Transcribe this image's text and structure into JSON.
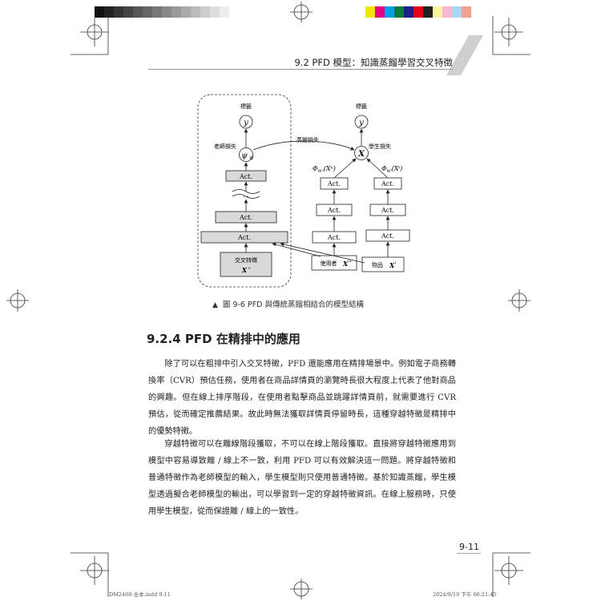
{
  "header": {
    "running_title": "9.2  PFD 模型：知識蒸餾學習交叉特徵"
  },
  "figure": {
    "teacher": {
      "label_top": "標籤",
      "label_y": "y",
      "loss_label": "老師損失",
      "psi": "ψ",
      "psi_sub": "W",
      "act": "Act.",
      "dots": "...",
      "cross_box_line1": "交叉特徵",
      "cross_box_line2": "X",
      "cross_sup": "c"
    },
    "student": {
      "label_top": "標籤",
      "label_y": "y",
      "loss_label": "學生損失",
      "distill_label": "蒸餾損失",
      "x_node": "X",
      "phi_left": "Φ",
      "phi_left_sub": "Wᵘ",
      "phi_left_arg": "(Xᵘ)",
      "phi_right": "Φ",
      "phi_right_sub": "Wⁱ",
      "phi_right_arg": "(Xⁱ)",
      "act": "Act.",
      "user_box": "使用者",
      "user_sym": "X",
      "user_sup": "u",
      "item_box": "物品",
      "item_sym": "X",
      "item_sup": "i"
    },
    "caption_marker": "▲",
    "caption": "圖 9-6  PFD 與傳統蒸餾相結合的模型結構"
  },
  "section": {
    "title": "9.2.4  PFD 在精排中的應用"
  },
  "paragraphs": [
    "除了可以在粗排中引入交叉特徵，PFD 還能應用在精排場景中。例如電子商務轉換率（CVR）預估任務，使用者在商品詳情頁的瀏覽時長很大程度上代表了他對商品的興趣。但在線上排序階段，在使用者點擊商品並跳躍詳情頁前，就需要進行 CVR 預估，從而確定推薦結果。故此時無法獲取詳情頁停留時長，這種穿越特徵是精排中的優勢特徵。",
    "穿越特徵可以在離線階段獲取，不可以在線上階段獲取。直接將穿越特徵應用到模型中容易導致離 / 線上不一致，利用 PFD 可以有效解決這一問題。將穿越特徵和普通特徵作為老師模型的輸入，學生模型則只使用普通特徵。基於知識蒸餾，學生模型透過擬合老師模型的輸出，可以學習到一定的穿越特徵資訊。在線上服務時，只使用學生模型，從而保證離 / 線上的一致性。"
  ],
  "page_number": "9-11",
  "slug": {
    "left": "DM2468-全本.indd   9-11",
    "right": "2024/9/10   下午 06:21:45"
  },
  "colors": {
    "fill_box": "#d9d9d9",
    "line": "#222222"
  }
}
